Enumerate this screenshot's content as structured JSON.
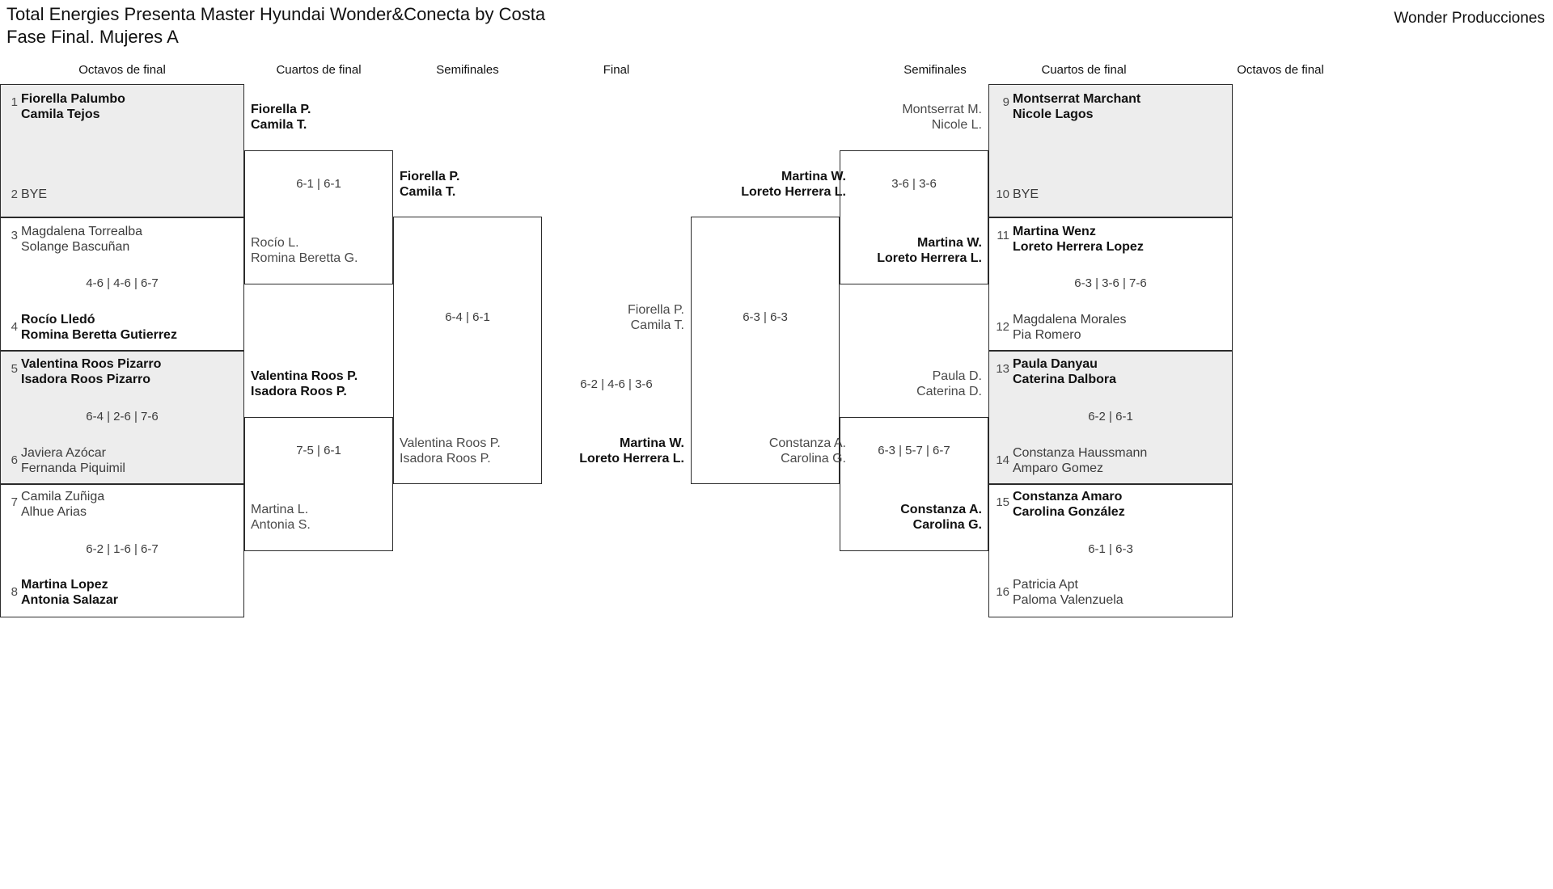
{
  "header": {
    "title": "Total Energies Presenta Master Hyundai Wonder&Conecta by Costa\nFase Final. Mujeres A",
    "brand": "Wonder Producciones"
  },
  "column_headers": [
    {
      "label": "Octavos de final"
    },
    {
      "label": "Cuartos de final"
    },
    {
      "label": "Semifinales"
    },
    {
      "label": "Final"
    },
    {
      "label": "Semifinales"
    },
    {
      "label": "Cuartos de final"
    },
    {
      "label": "Octavos de final"
    }
  ],
  "left": {
    "round1": [
      {
        "seed": "1",
        "names": "Fiorella Palumbo\nCamila Tejos",
        "winner": true
      },
      {
        "seed": "2",
        "names": "BYE",
        "winner": false
      },
      {
        "seed": "3",
        "names": "Magdalena Torrealba\nSolange Bascuñan",
        "winner": false
      },
      {
        "seed": "4",
        "names": "Rocío Lledó\nRomina Beretta Gutierrez",
        "winner": true
      },
      {
        "seed": "5",
        "names": "Valentina Roos Pizarro\nIsadora Roos Pizarro",
        "winner": true
      },
      {
        "seed": "6",
        "names": "Javiera Azócar\nFernanda Piquimil",
        "winner": false
      },
      {
        "seed": "7",
        "names": "Camila Zuñiga\nAlhue Arias",
        "winner": false
      },
      {
        "seed": "8",
        "names": "Martina Lopez\nAntonia Salazar",
        "winner": true
      }
    ],
    "round1_scores": [
      "",
      "4-6 | 4-6 | 6-7",
      "6-4 | 2-6 | 7-6",
      "6-2 | 1-6 | 6-7"
    ],
    "quarters": [
      {
        "names": "Fiorella P.\nCamila T.",
        "winner": true
      },
      {
        "names": "Rocío L.\nRomina Beretta G.",
        "winner": false
      },
      {
        "names": "Valentina Roos P.\nIsadora Roos P.",
        "winner": true
      },
      {
        "names": "Martina L.\nAntonia S.",
        "winner": false
      }
    ],
    "quarter_scores": [
      "6-1 | 6-1",
      "7-5 | 6-1"
    ],
    "semis": [
      {
        "names": "Fiorella P.\nCamila T.",
        "winner": true
      },
      {
        "names": "Valentina Roos P.\nIsadora Roos P.",
        "winner": false
      }
    ],
    "semi_score": "6-4 | 6-1"
  },
  "right": {
    "round1": [
      {
        "seed": "9",
        "names": "Montserrat Marchant\nNicole Lagos",
        "winner": true
      },
      {
        "seed": "10",
        "names": "BYE",
        "winner": false
      },
      {
        "seed": "11",
        "names": "Martina Wenz\nLoreto Herrera Lopez",
        "winner": true
      },
      {
        "seed": "12",
        "names": "Magdalena Morales\nPia Romero",
        "winner": false
      },
      {
        "seed": "13",
        "names": "Paula Danyau\nCaterina Dalbora",
        "winner": true
      },
      {
        "seed": "14",
        "names": "Constanza Haussmann\nAmparo Gomez",
        "winner": false
      },
      {
        "seed": "15",
        "names": "Constanza Amaro\nCarolina González",
        "winner": true
      },
      {
        "seed": "16",
        "names": "Patricia Apt\nPaloma Valenzuela",
        "winner": false
      }
    ],
    "round1_scores": [
      "",
      "6-3 | 3-6 | 7-6",
      "6-2 | 6-1",
      "6-1 | 6-3"
    ],
    "quarters": [
      {
        "names": "Montserrat M.\nNicole L.",
        "winner": false
      },
      {
        "names": "Martina W.\nLoreto Herrera L.",
        "winner": true
      },
      {
        "names": "Paula D.\nCaterina D.",
        "winner": false
      },
      {
        "names": "Constanza A.\nCarolina G.",
        "winner": true
      }
    ],
    "quarter_scores": [
      "3-6 | 3-6",
      "6-3 | 5-7 | 6-7"
    ],
    "semis": [
      {
        "names": "Martina W.\nLoreto Herrera L.",
        "winner": true
      },
      {
        "names": "Constanza A.\nCarolina G.",
        "winner": false
      }
    ],
    "semi_score": "6-3 | 6-3"
  },
  "final": {
    "top": {
      "names": "Fiorella P.\nCamila T.",
      "winner": false
    },
    "bottom": {
      "names": "Martina W.\nLoreto Herrera L.",
      "winner": true
    },
    "score": "6-2 | 4-6 | 3-6"
  }
}
